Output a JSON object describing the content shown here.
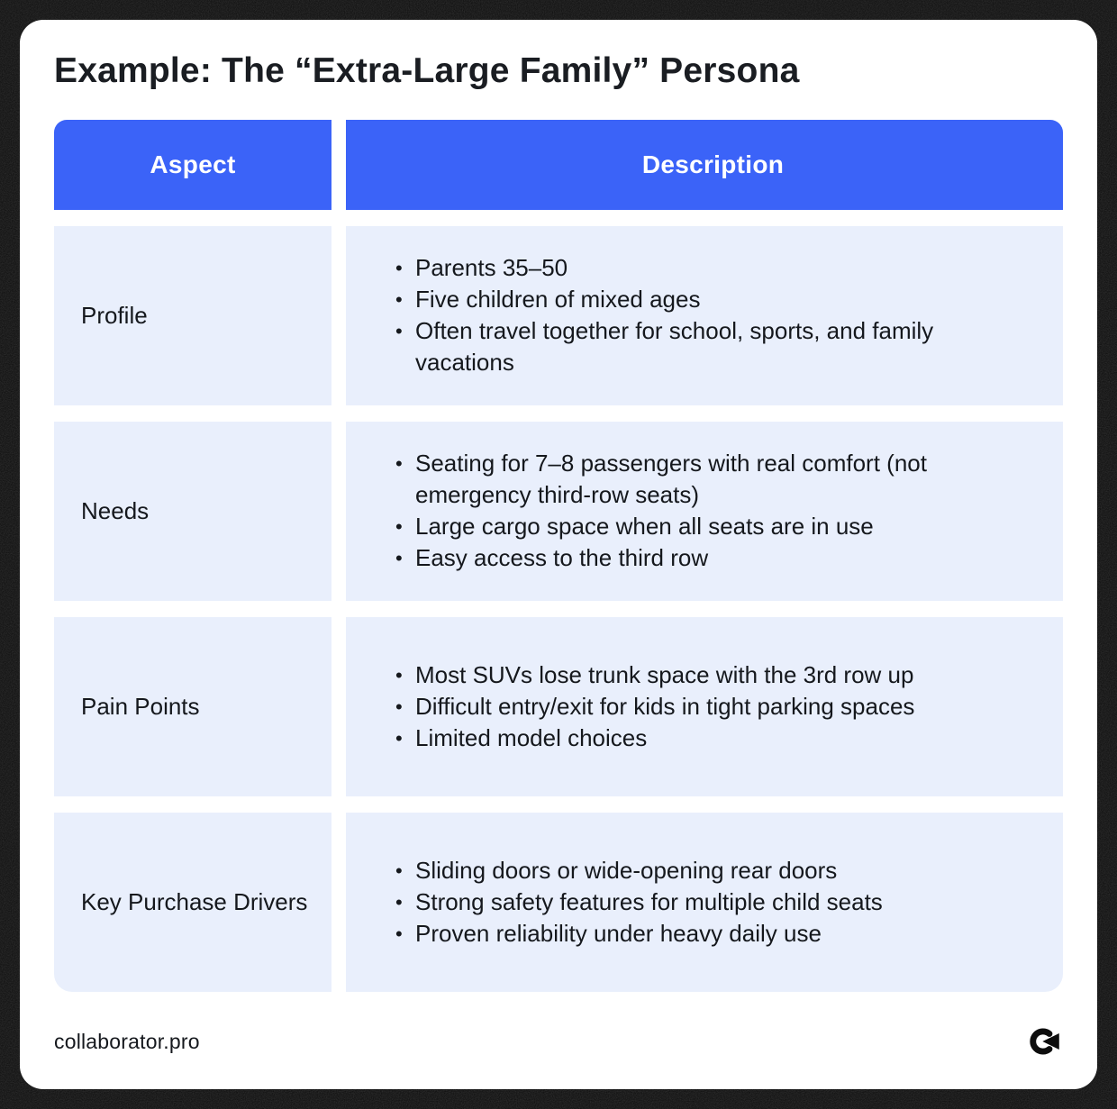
{
  "page": {
    "title": "Example: The “Extra-Large Family” Persona",
    "footer": {
      "site_label": "collaborator.pro",
      "logo_icon": "circular-arrow-logo"
    }
  },
  "table": {
    "columns": [
      "Aspect",
      "Description"
    ],
    "rows": [
      {
        "aspect": "Profile",
        "bullets": [
          "Parents 35–50",
          "Five children of mixed ages",
          "Often travel together for school, sports, and family vacations"
        ]
      },
      {
        "aspect": "Needs",
        "bullets": [
          "Seating for 7–8 passengers with real comfort (not emergency third-row seats)",
          "Large cargo space when all seats are in use",
          "Easy access to the third row"
        ]
      },
      {
        "aspect": "Pain Points",
        "bullets": [
          "Most SUVs lose trunk space with the 3rd row up",
          "Difficult entry/exit for kids in tight parking spaces",
          "Limited model choices"
        ]
      },
      {
        "aspect": "Key Purchase Drivers",
        "bullets": [
          "Sliding doors or wide-opening rear doors",
          "Strong safety features for multiple child seats",
          "Proven reliability under heavy daily use"
        ]
      }
    ]
  },
  "colors": {
    "header_bg": "#3b63f8",
    "header_text": "#ffffff",
    "cell_bg": "#e9effc",
    "body_text": "#15181d",
    "card_bg": "#ffffff",
    "page_bg": "#0b0b0b"
  }
}
